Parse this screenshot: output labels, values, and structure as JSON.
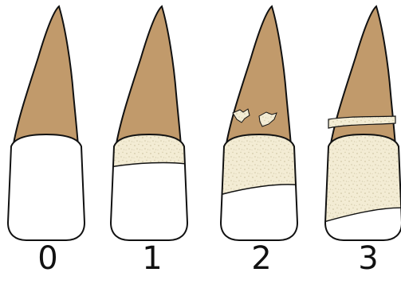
{
  "colors": {
    "root": "#c19a6b",
    "outline": "#111111",
    "crown": "#ffffff",
    "porous": "#f3ecd4",
    "speckle": "#d2c8a8"
  },
  "figure": {
    "panels": [
      {
        "label": "0"
      },
      {
        "label": "1"
      },
      {
        "label": "2"
      },
      {
        "label": "3"
      }
    ]
  }
}
